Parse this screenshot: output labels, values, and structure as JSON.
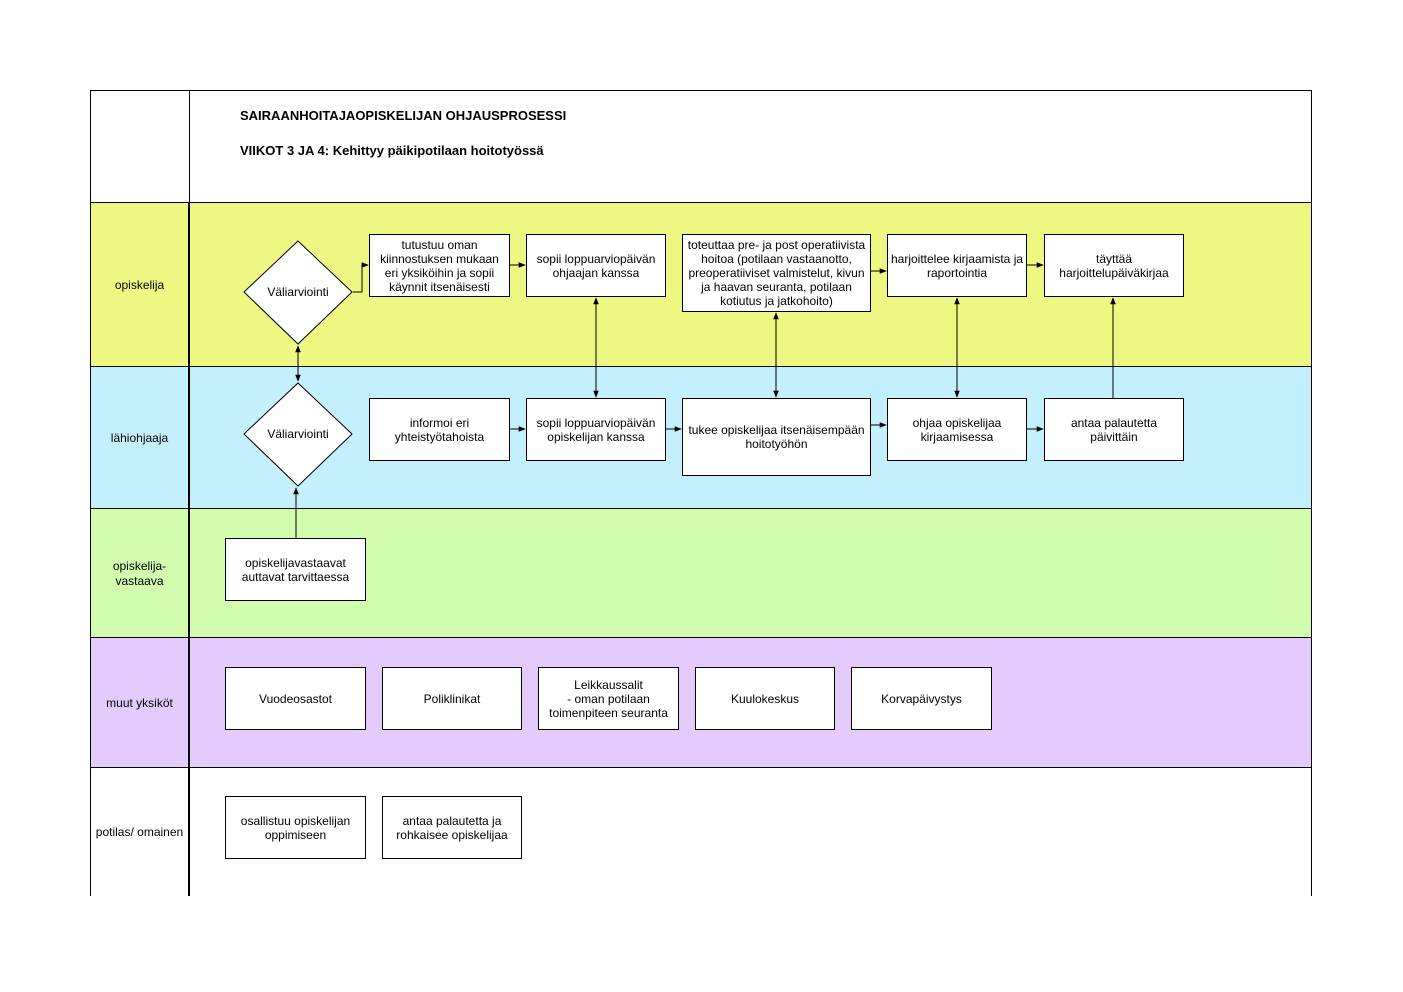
{
  "header": {
    "title": "SAIRAANHOITAJAOPISKELIJAN OHJAUSPROSESSI",
    "subtitle": "VIIKOT 3 JA 4: Kehittyy päikipotilaan hoitotyössä"
  },
  "colors": {
    "lane_opiskelija": "#eef782",
    "lane_lahiohjaaja": "#c4effc",
    "lane_vastaava": "#d2fcae",
    "lane_muut": "#e5cbfc",
    "lane_potilas": "#ffffff"
  },
  "lanes": {
    "opiskelija": "opiskelija",
    "lahiohjaaja": "lähiohjaaja",
    "vastaava": "opiskelija-\nvastaava",
    "muut": "muut yksiköt",
    "potilas": "potilas/ omainen"
  },
  "opiskelija": {
    "diamond": "Väliarviointi",
    "tutustuu": "tutustuu oman\nkiinnostuksen mukaan\neri yksiköihin ja sopii\nkäynnit itsenäisesti",
    "sopii": "sopii loppuarviopäivän\nohjaajan kanssa",
    "toteuttaa": "toteuttaa pre- ja post operatiivista\nhoitoa (potilaan vastaanotto,\npreoperatiiviset valmistelut, kivun\nja haavan seuranta, potilaan\nkotiutus ja jatkohoito)",
    "harjoittelee": "harjoittelee kirjaamista ja\nraportointia",
    "tayttaa": "täyttää\nharjoittelupäiväkirjaa"
  },
  "lahiohjaaja": {
    "diamond": "Väliarviointi",
    "informoi": "informoi eri\nyhteistyötahoista",
    "sopii": "sopii loppuarviopäivän\nopiskelijan kanssa",
    "tukee": "tukee opiskelijaa itsenäisempään\nhoitotyöhön",
    "ohjaa": "ohjaa opiskelijaa\nkirjaamisessa",
    "antaa": "antaa palautetta\npäivittäin"
  },
  "vastaava": {
    "auttavat": "opiskelijavastaavat\nauttavat tarvittaessa"
  },
  "muut": {
    "vuodeosastot": "Vuodeosastot",
    "poliklinikat": "Poliklinikat",
    "leikkaussalit": "Leikkaussalit\n- oman potilaan\ntoimenpiteen seuranta",
    "kuulokeskus": "Kuulokeskus",
    "korvapaivystys": "Korvapäivystys"
  },
  "potilas": {
    "osallistuu": "osallistuu opiskelijan\noppimiseen",
    "antaa": "antaa palautetta ja\nrohkaisee opiskelijaa"
  }
}
